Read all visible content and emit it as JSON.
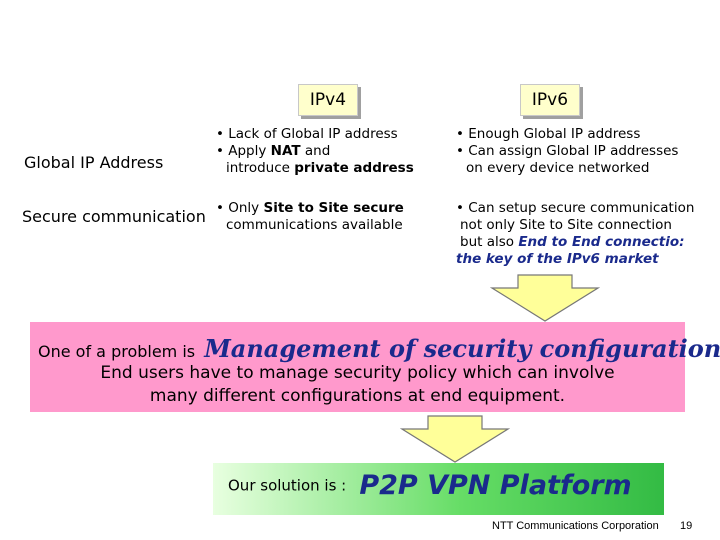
{
  "headers": {
    "ipv4": "IPv4",
    "ipv6": "IPv6"
  },
  "rows": {
    "global_ip": {
      "label": "Global IP Address",
      "ipv4": {
        "line1": "• Lack of Global IP address",
        "line2_pre": "• Apply ",
        "line2_bold": "NAT",
        "line2_post": " and",
        "line3_pre": "  introduce ",
        "line3_bold": "private address"
      },
      "ipv6": {
        "line1": "• Enough Global IP address",
        "line2": "• Can assign Global IP addresses",
        "line3": "   on every device networked"
      }
    },
    "secure": {
      "label": "Secure communication",
      "ipv4": {
        "line1_pre": "• Only ",
        "line1_bold": "Site to Site secure",
        "line2": "  communications available"
      },
      "ipv6": {
        "line1": "• Can setup secure communication",
        "line2": "  not only Site to Site connection",
        "line3_pre": "  but also ",
        "line3_em": "End to End connectio:",
        "line4_em": "the key of the IPv6 market"
      }
    }
  },
  "problem": {
    "intro": "One of a problem is",
    "highlight": "Management of security configuration",
    "line2": "End users have to manage security policy which can involve",
    "line3": "many different configurations at end equipment."
  },
  "solution": {
    "intro": "Our solution is :",
    "highlight": "P2P VPN Platform"
  },
  "footer": {
    "company": "NTT Communications Corporation",
    "page": "19"
  },
  "colors": {
    "header_fill": "#ffffcc",
    "problem_box": "#ff99cc",
    "problem_highlight": "#1a2a8c",
    "solution_box": "#33bb44",
    "solution_text": "#1a2a8c",
    "arrow_fill": "#ffff99"
  }
}
